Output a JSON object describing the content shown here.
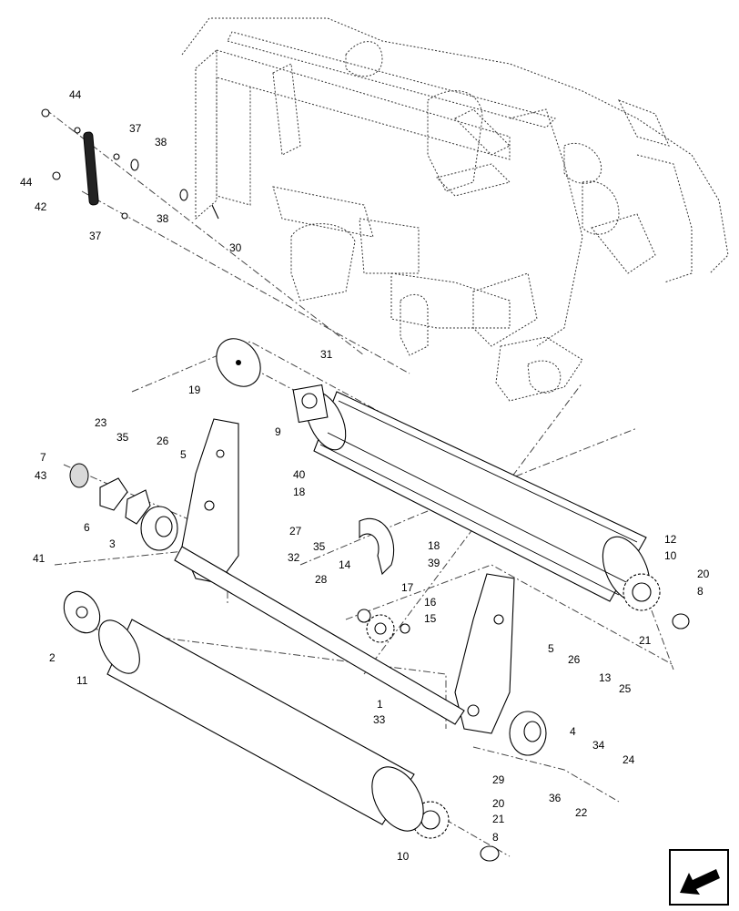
{
  "callouts": [
    {
      "id": "c44a",
      "text": "44"
    },
    {
      "id": "c37a",
      "text": "37"
    },
    {
      "id": "c38a",
      "text": "38"
    },
    {
      "id": "c44b",
      "text": "44"
    },
    {
      "id": "c42",
      "text": "42"
    },
    {
      "id": "c37b",
      "text": "37"
    },
    {
      "id": "c38b",
      "text": "38"
    },
    {
      "id": "c30",
      "text": "30"
    },
    {
      "id": "c31",
      "text": "31"
    },
    {
      "id": "c19",
      "text": "19"
    },
    {
      "id": "c9",
      "text": "9"
    },
    {
      "id": "c23",
      "text": "23"
    },
    {
      "id": "c35a",
      "text": "35"
    },
    {
      "id": "c26a",
      "text": "26"
    },
    {
      "id": "c5a",
      "text": "5"
    },
    {
      "id": "c7",
      "text": "7"
    },
    {
      "id": "c43",
      "text": "43"
    },
    {
      "id": "c40",
      "text": "40"
    },
    {
      "id": "c18a",
      "text": "18"
    },
    {
      "id": "c6",
      "text": "6"
    },
    {
      "id": "c3",
      "text": "3"
    },
    {
      "id": "c27",
      "text": "27"
    },
    {
      "id": "c35b",
      "text": "35"
    },
    {
      "id": "c32",
      "text": "32"
    },
    {
      "id": "c14",
      "text": "14"
    },
    {
      "id": "c28",
      "text": "28"
    },
    {
      "id": "c12",
      "text": "12"
    },
    {
      "id": "c10a",
      "text": "10"
    },
    {
      "id": "c18b",
      "text": "18"
    },
    {
      "id": "c39",
      "text": "39"
    },
    {
      "id": "c41",
      "text": "41"
    },
    {
      "id": "c20a",
      "text": "20"
    },
    {
      "id": "c8a",
      "text": "8"
    },
    {
      "id": "c17",
      "text": "17"
    },
    {
      "id": "c16",
      "text": "16"
    },
    {
      "id": "c15",
      "text": "15"
    },
    {
      "id": "c21a",
      "text": "21"
    },
    {
      "id": "c2",
      "text": "2"
    },
    {
      "id": "c11",
      "text": "11"
    },
    {
      "id": "c5b",
      "text": "5"
    },
    {
      "id": "c26b",
      "text": "26"
    },
    {
      "id": "c13",
      "text": "13"
    },
    {
      "id": "c25",
      "text": "25"
    },
    {
      "id": "c1",
      "text": "1"
    },
    {
      "id": "c33",
      "text": "33"
    },
    {
      "id": "c4",
      "text": "4"
    },
    {
      "id": "c34",
      "text": "34"
    },
    {
      "id": "c24",
      "text": "24"
    },
    {
      "id": "c29",
      "text": "29"
    },
    {
      "id": "c36",
      "text": "36"
    },
    {
      "id": "c22",
      "text": "22"
    },
    {
      "id": "c20b",
      "text": "20"
    },
    {
      "id": "c21b",
      "text": "21"
    },
    {
      "id": "c8b",
      "text": "8"
    },
    {
      "id": "c10b",
      "text": "10"
    }
  ]
}
